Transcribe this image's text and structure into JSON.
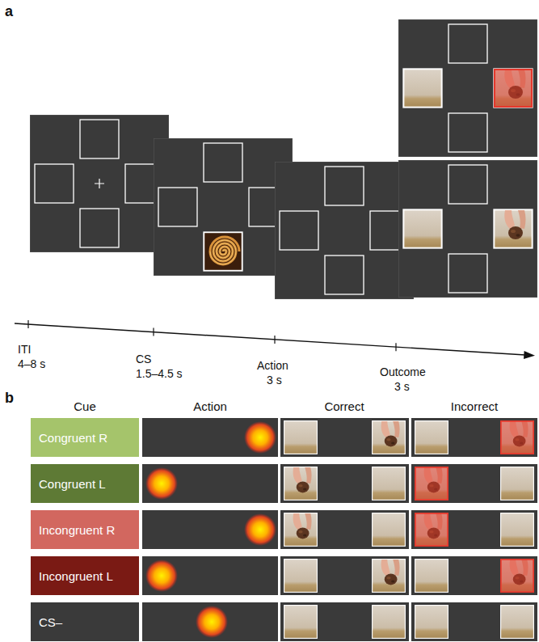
{
  "diagram": {
    "nodes": [
      {
        "text": [
          "Congruent R"
        ]
      },
      {
        "text": [
          "Congruent L"
        ]
      },
      {
        "text": [
          "Incongruent R"
        ]
      },
      {
        "text": [
          "Incongruent L"
        ]
      },
      {
        "text": [
          "CS–"
        ]
      }
    ],
    "labels": [
      "a",
      "ITI",
      "4–8 s",
      "CS",
      "1.5–4.5 s",
      "Action",
      "3 s",
      "Outcome",
      "3 s",
      "b",
      "Cue",
      "Action",
      "Correct",
      "Incorrect"
    ]
  }
}
